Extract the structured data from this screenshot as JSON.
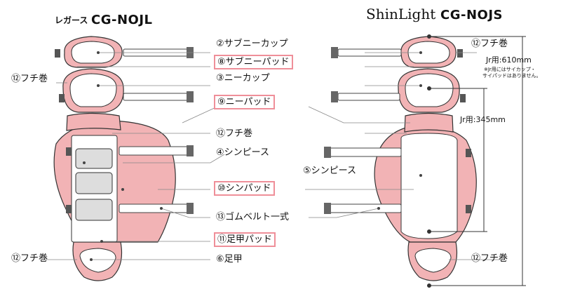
{
  "left_product": {
    "series": "レガース",
    "model": "CG-NOJL"
  },
  "right_product": {
    "series": "ShinLight",
    "model": "CG-NOJS"
  },
  "labels": {
    "thigh_cup": "②サブニーカップ",
    "thigh_pad": "⑧サブニーパッド",
    "knee_cup": "③ニーカップ",
    "knee_pad": "⑨ニーパッド",
    "edge_center": "⑫フチ巻",
    "shin_left": "④シンピース",
    "shin_right": "⑤シンピース",
    "shin_pad": "⑩シンパッド",
    "rubber_belt": "⑬ゴムベルト一式",
    "instep_pad": "⑪足甲パッド",
    "instep": "⑥足甲",
    "edge_left_top": "⑫フチ巻",
    "edge_left_bottom": "⑫フチ巻",
    "edge_right_top": "⑫フチ巻",
    "edge_right_bottom": "⑫フチ巻"
  },
  "dimensions": {
    "total": "Jr用:610mm",
    "total_note_1": "※Jr用にはサイカップ・",
    "total_note_2": "サイパッドはありません。",
    "shin": "Jr用:345mm"
  },
  "colors": {
    "pad_pink": "#f2b3b5",
    "box_border": "#ef8f99",
    "line": "#888888"
  }
}
